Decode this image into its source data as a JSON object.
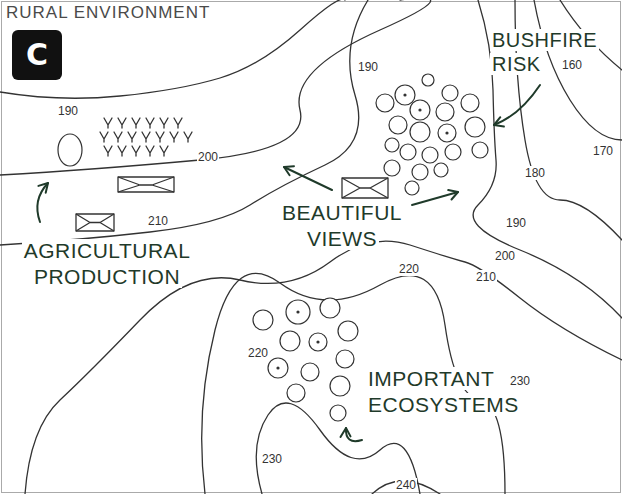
{
  "diagram": {
    "title": "RURAL ENVIRONMENT",
    "nodes": [
      {
        "text": [
          "C"
        ]
      }
    ],
    "labels": [
      "AGRICULTURAL PRODUCTION",
      "BEAUTIFUL VIEWS",
      "BUSHFIRE RISK",
      "IMPORTANT ECOSYSTEMS",
      "190",
      "200",
      "210",
      "190",
      "160",
      "170",
      "180",
      "190",
      "200",
      "210",
      "220",
      "220",
      "230",
      "230",
      "240"
    ]
  }
}
